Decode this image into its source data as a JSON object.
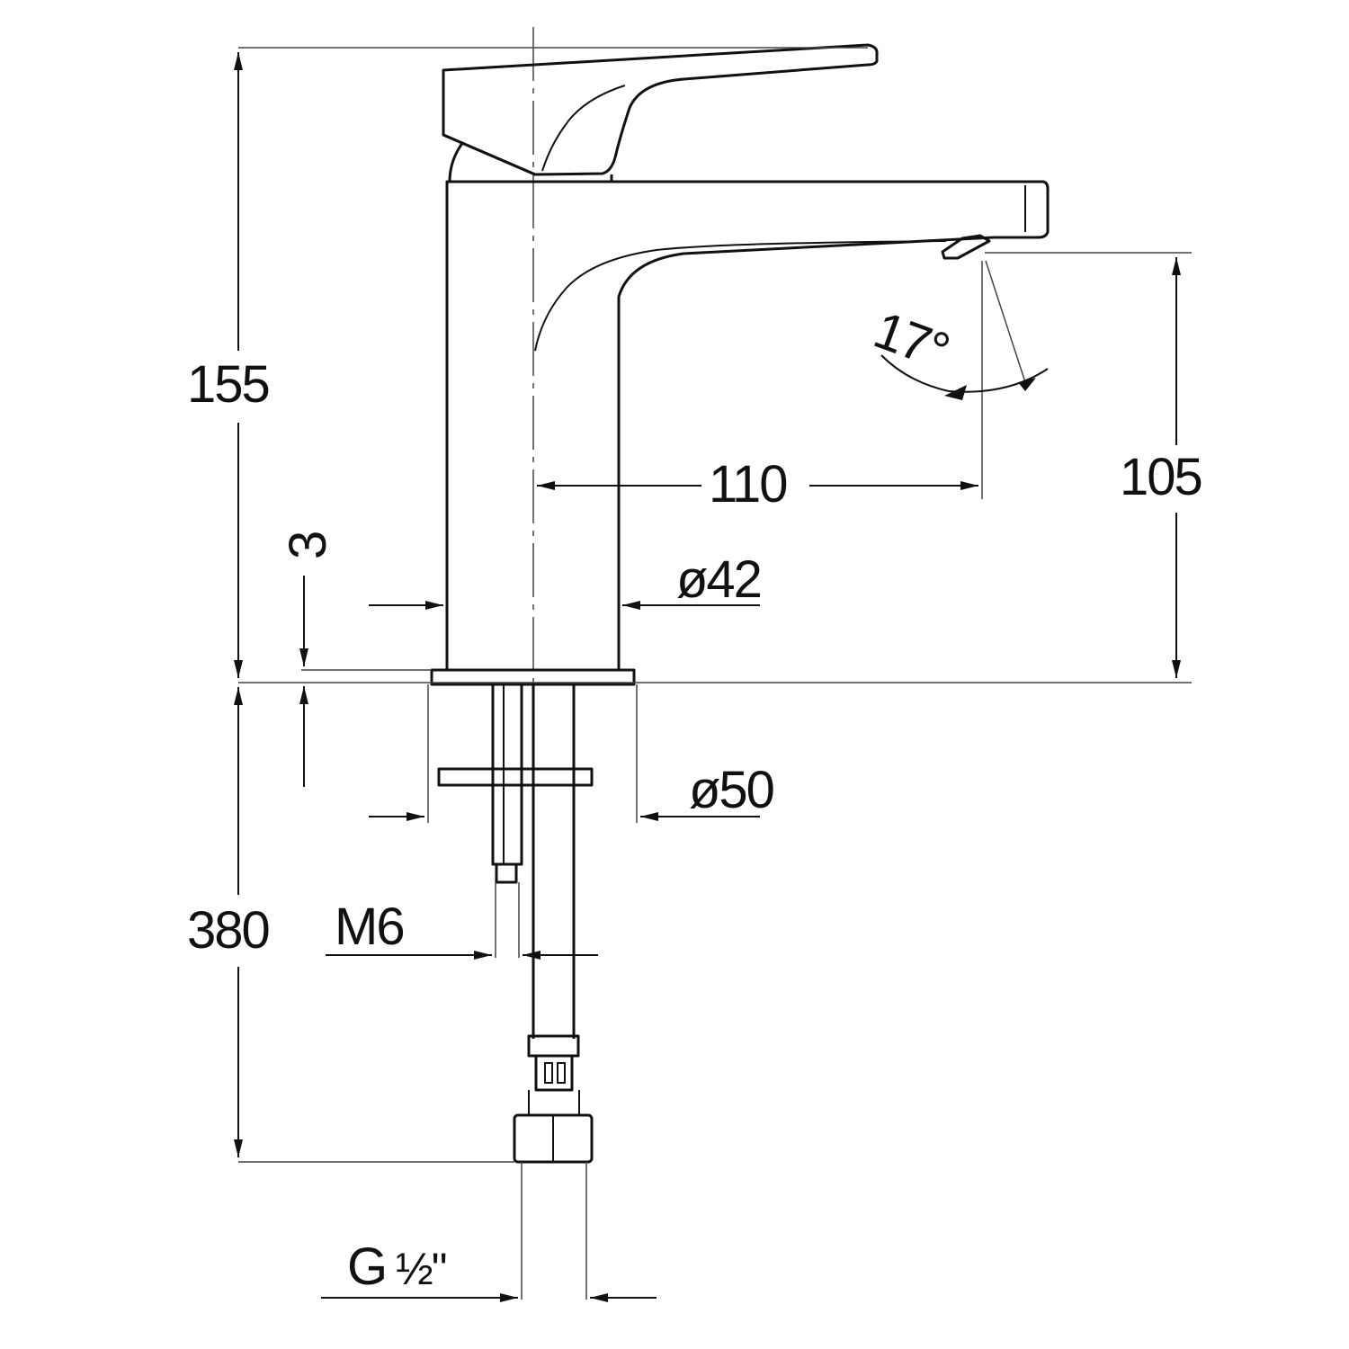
{
  "drawing": {
    "subject": "",
    "dimensions": {
      "overall_height": "155",
      "spout_height": "105",
      "spout_reach": "110",
      "body_diameter": "ø42",
      "base_diameter": "ø50",
      "base_thickness": "3",
      "hose_length": "380",
      "stud_thread": "M6",
      "connection_thread_prefix": "G",
      "connection_thread_fraction": "½\"",
      "spray_angle": "17°"
    },
    "line_color": "#111111",
    "background_color": "#ffffff"
  }
}
